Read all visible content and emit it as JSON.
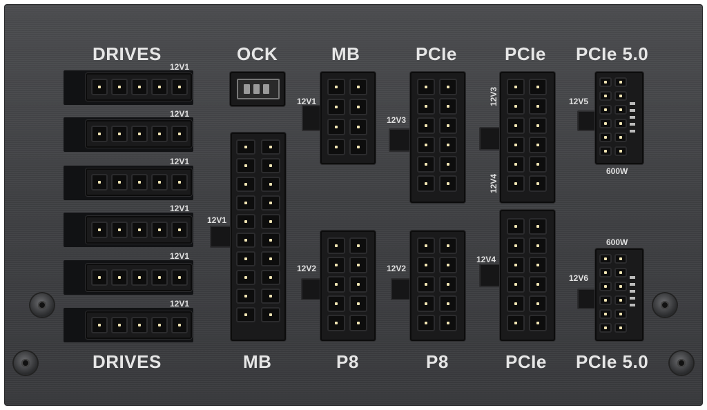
{
  "labels": {
    "drives_top": "DRIVES",
    "ock": "OCK",
    "mb_top": "MB",
    "pcie_a": "PCIe",
    "pcie_b": "PCIe",
    "pcie50_top": "PCIe 5.0",
    "drives_bottom": "DRIVES",
    "mb_bottom": "MB",
    "p8_a": "P8",
    "p8_b": "P8",
    "pcie_bottom": "PCIe",
    "pcie50_bottom": "PCIe 5.0"
  },
  "rails": {
    "drive1": "12V1",
    "drive2": "12V1",
    "drive3": "12V1",
    "drive4": "12V1",
    "drive5": "12V1",
    "drive6": "12V1",
    "mb_main": "12V1",
    "mb_small": "12V1",
    "p8_a": "12V2",
    "p8_b": "12V2",
    "pcie_a": "12V3",
    "pcie_b_top": "12V3",
    "pcie_b_mid": "12V4",
    "pcie_bottom": "12V4",
    "pcie50_top": "12V5",
    "pcie50_bottom": "12V6"
  },
  "power_ratings": {
    "pcie50_top": "600W",
    "pcie50_bottom": "600W"
  }
}
